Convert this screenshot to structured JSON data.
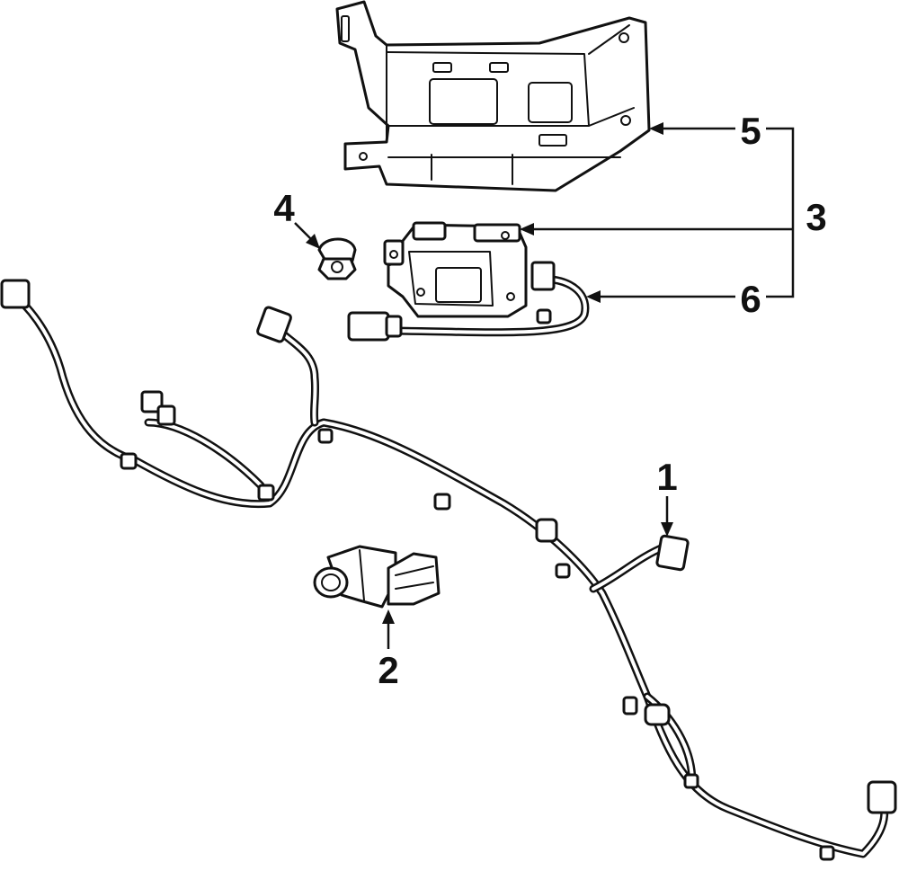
{
  "callouts": {
    "c1": "1",
    "c2": "2",
    "c3": "3",
    "c4": "4",
    "c5": "5",
    "c6": "6"
  },
  "parts": [
    {
      "callout": "1",
      "item": "wiring-harness"
    },
    {
      "callout": "2",
      "item": "park-assist-sensor"
    },
    {
      "callout": "3",
      "item": "module-assembly"
    },
    {
      "callout": "4",
      "item": "nut"
    },
    {
      "callout": "5",
      "item": "mounting-bracket"
    },
    {
      "callout": "6",
      "item": "control-module"
    }
  ],
  "colors": {
    "line": "#111111",
    "background": "#ffffff"
  }
}
